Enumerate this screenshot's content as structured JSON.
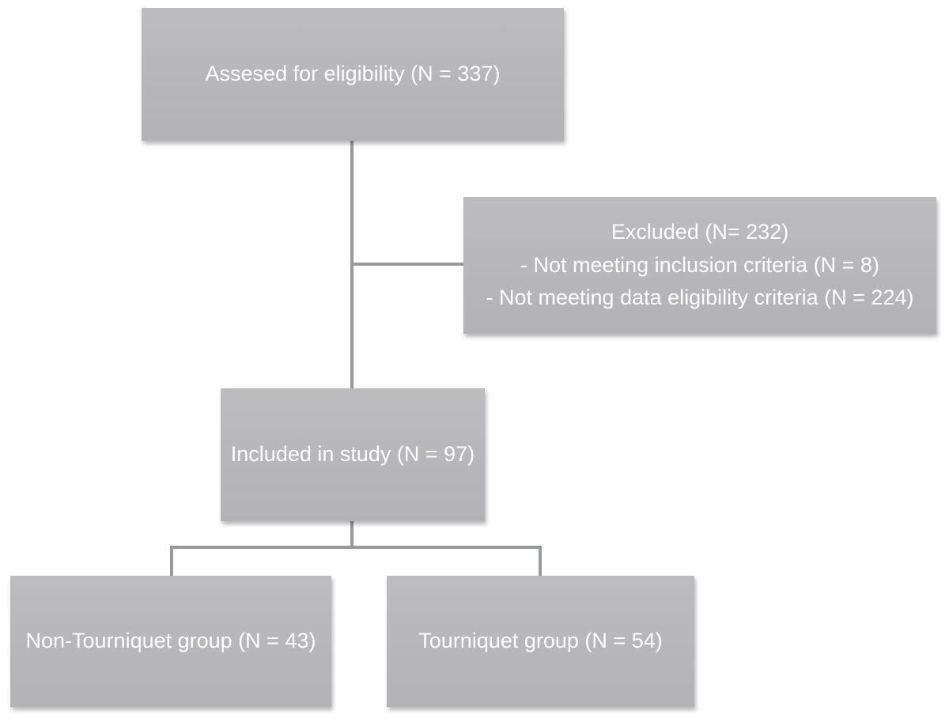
{
  "flowchart": {
    "assessed": {
      "label": "Assesed for eligibility (N = 337)"
    },
    "excluded": {
      "title": "Excluded (N= 232)",
      "reasons": [
        "- Not meeting inclusion criteria (N = 8)",
        "- Not meeting data eligibility criteria (N = 224)"
      ]
    },
    "included": {
      "label": "Included in study (N = 97)"
    },
    "groups": [
      {
        "label": "Non-Tourniquet group (N = 43)"
      },
      {
        "label": "Tourniquet group (N = 54)"
      }
    ]
  },
  "colors": {
    "box_fill": "#b8b8ba",
    "connector": "#999a9c",
    "text": "#ffffff"
  }
}
